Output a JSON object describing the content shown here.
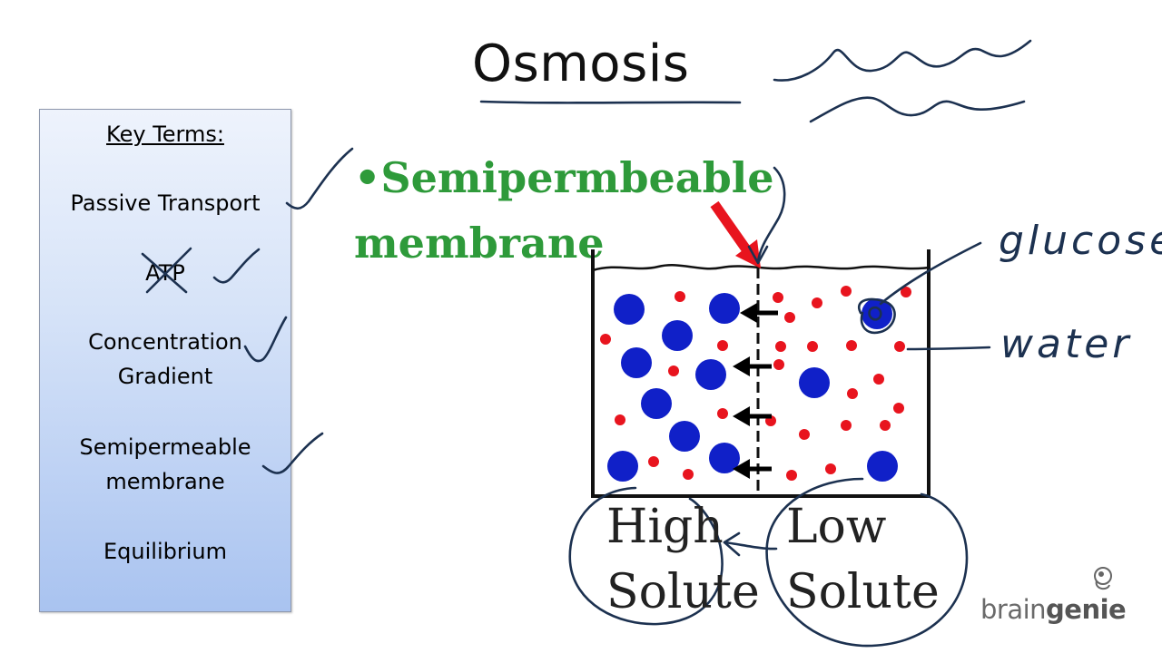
{
  "slide": {
    "title": "Osmosis"
  },
  "key_terms": {
    "heading": "Key Terms:",
    "items": [
      "Passive Transport",
      "ATP",
      "Concentration\nGradient",
      "Semipermeable\nmembrane",
      "Equilibrium"
    ]
  },
  "diagram": {
    "membrane_label_line1": "•Semipermbeable",
    "membrane_label_line2": "membrane",
    "left_label": "High\nSolute",
    "right_label": "Low\nSolute",
    "colors": {
      "solute": "#1020c8",
      "water": "#e8141e",
      "label_green": "#2e9a3a",
      "pointer_red": "#e8141e"
    }
  },
  "annotations": {
    "glucose": "glucose",
    "water": "water"
  },
  "logo": {
    "brain": "brain",
    "genie": "genie"
  }
}
